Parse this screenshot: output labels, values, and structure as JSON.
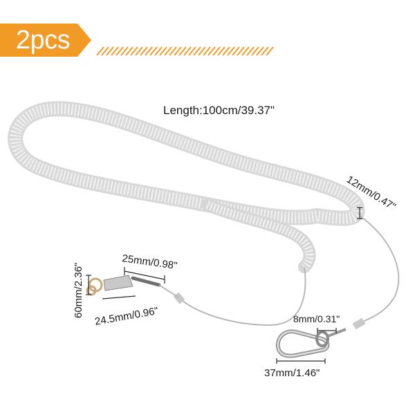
{
  "badge": {
    "text": "2pcs",
    "color": "#f29a26"
  },
  "labels": {
    "length": "Length:100cm/39.37\"",
    "cord_width": "12mm/0.47\"",
    "small_clip_length": "25mm/0.98\"",
    "small_clip_height": "60mm/2.36\"",
    "small_clip_width": "24.5mm/0.96\"",
    "swivel_width": "8mm/0.31\"",
    "snap_hook_length": "37mm/1.46\""
  },
  "icons": [
    "coiled-cord-icon",
    "wire-cable-icon",
    "snap-hook-icon",
    "key-ring-icon",
    "swivel-clip-icon"
  ]
}
